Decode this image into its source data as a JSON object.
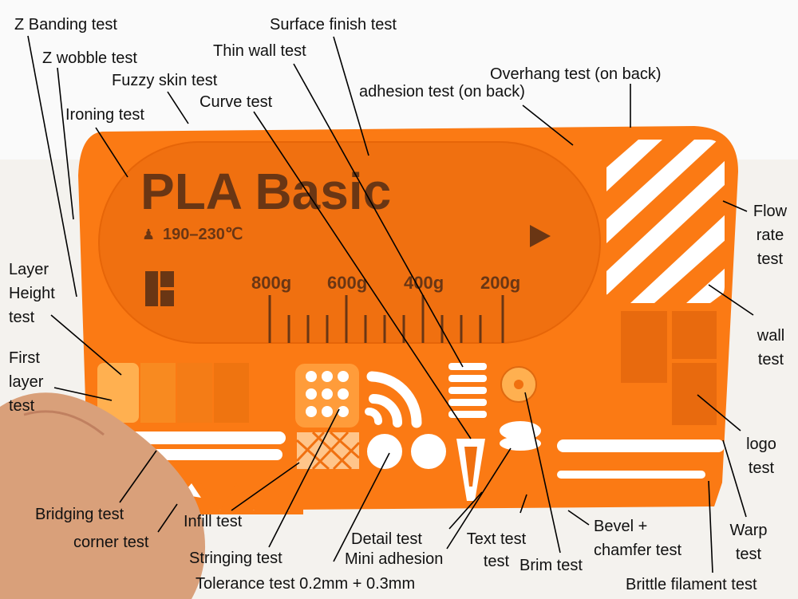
{
  "card": {
    "title": "PLA Basic",
    "temperature": "190–230℃",
    "scale_labels": [
      "800g",
      "600g",
      "400g",
      "200g"
    ]
  },
  "colors": {
    "card_orange": "#fb7a14",
    "card_dark_orange": "#e0600a",
    "print_text": "#6a3614",
    "background": "#f4f2ee",
    "skin": "#d9a07a"
  },
  "labels": {
    "z_banding": "Z Banding test",
    "z_wobble": "Z wobble test",
    "fuzzy_skin": "Fuzzy skin test",
    "ironing": "Ironing test",
    "curve": "Curve test",
    "thin_wall": "Thin wall test",
    "surface_finish": "Surface finish test",
    "adhesion": "adhesion test (on back)",
    "overhang": "Overhang test (on back)",
    "flow_rate": "Flow rate test",
    "wall": "wall test",
    "logo": "logo test",
    "warp": "Warp test",
    "brittle": "Brittle filament test",
    "bevel": "Bevel + chamfer test",
    "brim": "Brim test",
    "text_test": "Text test test",
    "detail": "Detail test",
    "mini_adhesion": "Mini adhesion",
    "tolerance": "Tolerance test 0.2mm + 0.3mm",
    "stringing": "Stringing test",
    "infill": "Infill test",
    "corner": "corner test",
    "bridging": "Bridging test",
    "first_layer": "First layer test",
    "layer_height": "Layer Height test"
  }
}
